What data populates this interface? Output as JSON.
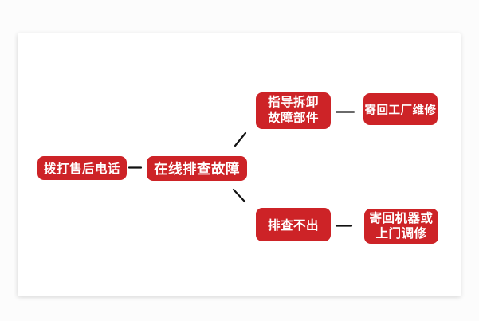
{
  "page": {
    "background": "#fcfcfc",
    "card_background": "#ffffff"
  },
  "diagram": {
    "type": "flowchart",
    "colors": {
      "node_fill": "#cd2327",
      "node_text": "#ffffff",
      "connector": "#111111"
    },
    "nodes": {
      "call_hotline": {
        "label": "拨打售后电话"
      },
      "online_troubleshoot": {
        "label": "在线排查故障"
      },
      "guided_disassembly": {
        "line1": "指导拆卸",
        "line2": "故障部件"
      },
      "factory_repair": {
        "label": "寄回工厂维修"
      },
      "not_identified": {
        "label": "排查不出"
      },
      "return_or_onsite": {
        "line1": "寄回机器或",
        "line2": "上门调修"
      }
    },
    "edges": [
      {
        "from": "call_hotline",
        "to": "online_troubleshoot"
      },
      {
        "from": "online_troubleshoot",
        "to": "guided_disassembly"
      },
      {
        "from": "guided_disassembly",
        "to": "factory_repair"
      },
      {
        "from": "online_troubleshoot",
        "to": "not_identified"
      },
      {
        "from": "not_identified",
        "to": "return_or_onsite"
      }
    ]
  }
}
